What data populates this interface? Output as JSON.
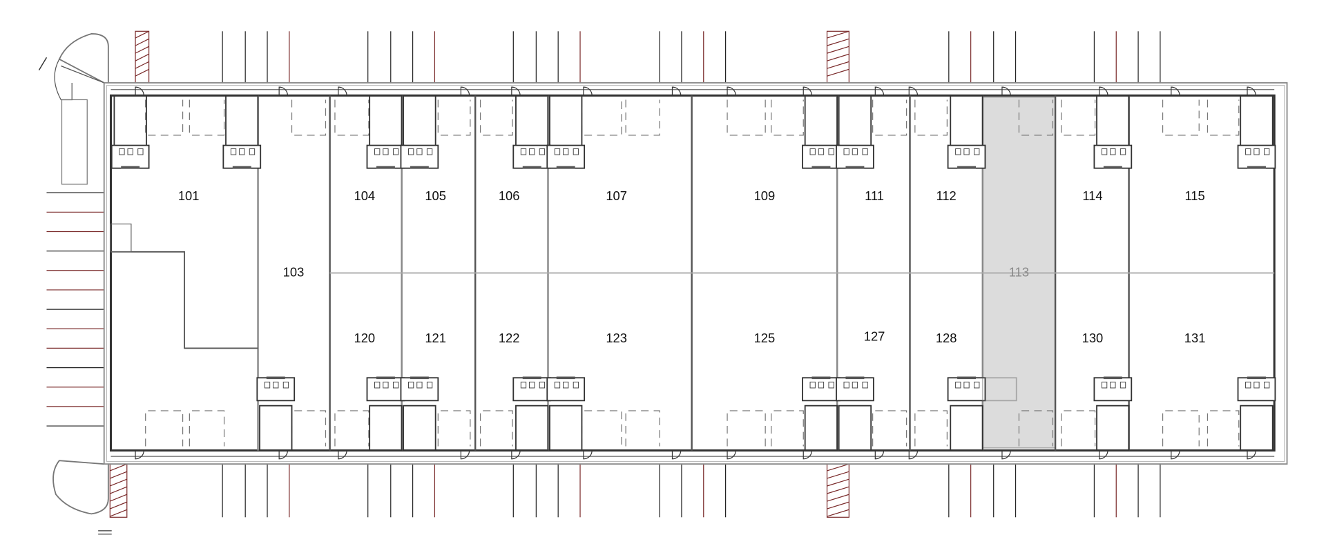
{
  "plan": {
    "selected_unit": "113",
    "selection_fill": "#dcdcdc",
    "wall_color": "#333333",
    "stripe_color_dark": "#222222",
    "stripe_color_red": "#7a2a2a"
  },
  "rooms": [
    {
      "id": "101",
      "label": "101"
    },
    {
      "id": "103",
      "label": "103"
    },
    {
      "id": "104",
      "label": "104"
    },
    {
      "id": "105",
      "label": "105"
    },
    {
      "id": "106",
      "label": "106"
    },
    {
      "id": "107",
      "label": "107"
    },
    {
      "id": "109",
      "label": "109"
    },
    {
      "id": "111",
      "label": "111"
    },
    {
      "id": "112",
      "label": "112"
    },
    {
      "id": "113",
      "label": "113"
    },
    {
      "id": "114",
      "label": "114"
    },
    {
      "id": "115",
      "label": "115"
    },
    {
      "id": "120",
      "label": "120"
    },
    {
      "id": "121",
      "label": "121"
    },
    {
      "id": "122",
      "label": "122"
    },
    {
      "id": "123",
      "label": "123"
    },
    {
      "id": "125",
      "label": "125"
    },
    {
      "id": "127",
      "label": "127"
    },
    {
      "id": "128",
      "label": "128"
    },
    {
      "id": "130",
      "label": "130"
    },
    {
      "id": "131",
      "label": "131"
    }
  ]
}
